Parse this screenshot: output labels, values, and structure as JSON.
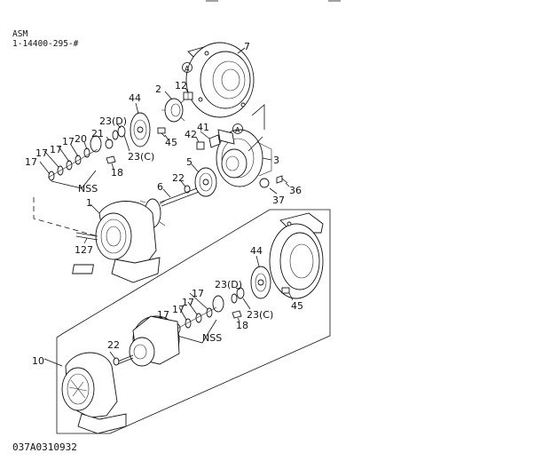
{
  "header": {
    "title": "ASM",
    "part_number": "1-14400-295-#"
  },
  "footer": {
    "drawing_code": "037A0310932"
  },
  "callouts_upper": [
    "7",
    "A",
    "2",
    "12",
    "44",
    "23(D)",
    "41",
    "21",
    "42",
    "A",
    "17",
    "17",
    "17",
    "20",
    "45",
    "23(C)",
    "3",
    "17",
    "18",
    "5",
    "22",
    "NSS",
    "6",
    "36",
    "37",
    "1",
    "127"
  ],
  "callouts_lower": [
    "44",
    "23(D)",
    "17",
    "17",
    "17",
    "45",
    "17",
    "23(C)",
    "NSS",
    "18",
    "22",
    "10"
  ]
}
